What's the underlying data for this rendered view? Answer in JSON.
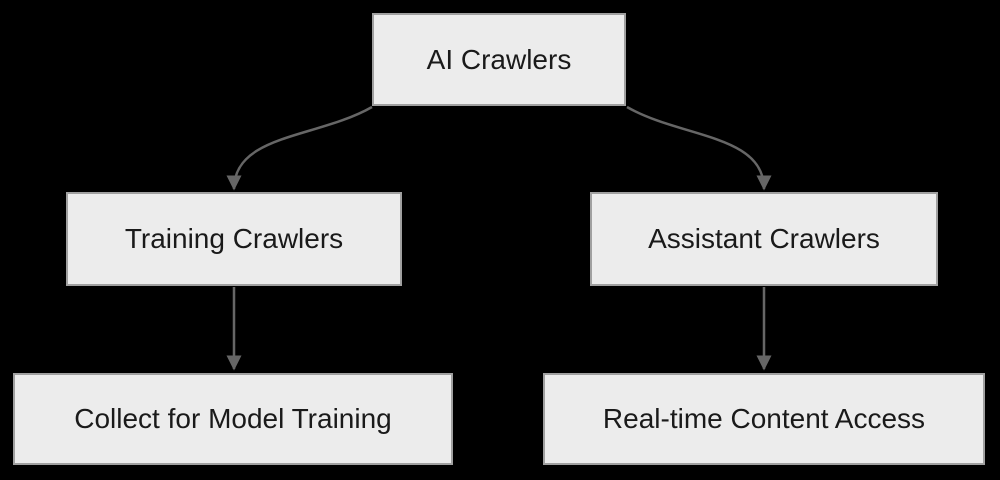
{
  "diagram": {
    "type": "flowchart",
    "direction": "top-down",
    "colors": {
      "background": "#000000",
      "node_fill": "#ececec",
      "node_border": "#a0a0a0",
      "edge": "#666666",
      "text": "#1a1a1a"
    },
    "nodes": [
      {
        "id": "root",
        "label": "AI Crawlers"
      },
      {
        "id": "training",
        "label": "Training Crawlers"
      },
      {
        "id": "assistant",
        "label": "Assistant Crawlers"
      },
      {
        "id": "collect",
        "label": "Collect for Model Training"
      },
      {
        "id": "realtime",
        "label": "Real-time Content Access"
      }
    ],
    "edges": [
      {
        "from": "AI Crawlers",
        "to": "Training Crawlers"
      },
      {
        "from": "AI Crawlers",
        "to": "Assistant Crawlers"
      },
      {
        "from": "Training Crawlers",
        "to": "Collect for Model Training"
      },
      {
        "from": "Assistant Crawlers",
        "to": "Real-time Content Access"
      }
    ]
  }
}
